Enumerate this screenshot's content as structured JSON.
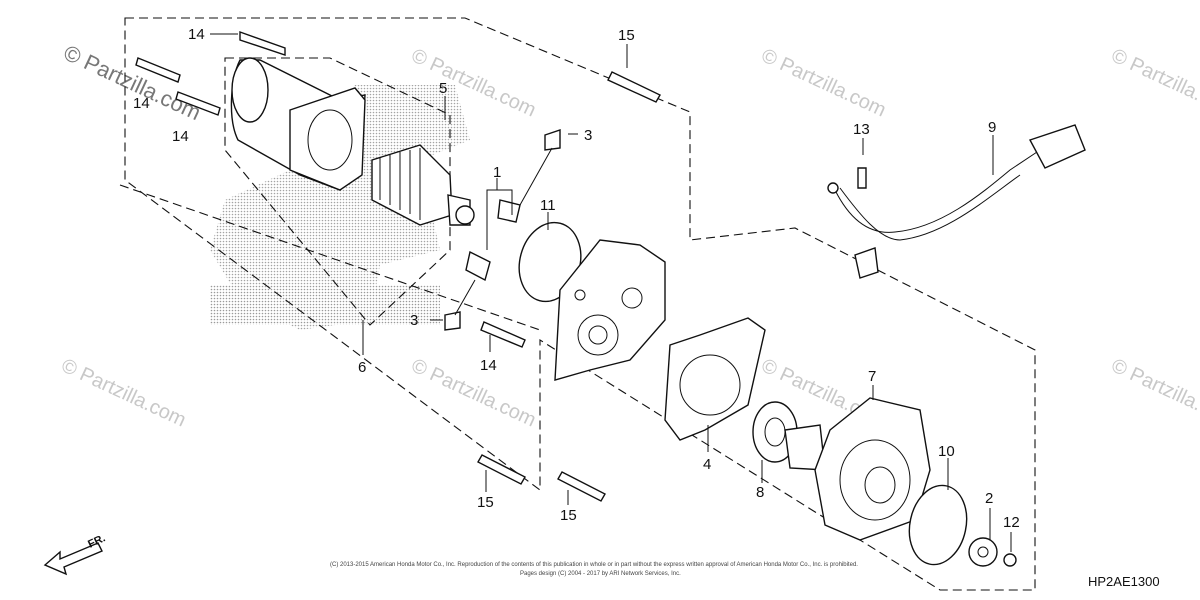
{
  "watermark": {
    "text": "© Partzilla.com",
    "repeat_text": "© Partzilla.com"
  },
  "callouts": {
    "c14a": "14",
    "c14b": "14",
    "c14c": "14",
    "c14d": "14",
    "c15a": "15",
    "c15b": "15",
    "c15c": "15",
    "c5": "5",
    "c3a": "3",
    "c3b": "3",
    "c1": "1",
    "c11": "11",
    "c6": "6",
    "c13": "13",
    "c9": "9",
    "c4": "4",
    "c7": "7",
    "c8": "8",
    "c10": "10",
    "c2": "2",
    "c12": "12"
  },
  "direction_label": "FR.",
  "diagram_code": "HP2AE1300",
  "copyright": {
    "line1": "(C) 2013-2015 American Honda Motor Co., Inc. Reproduction of the contents of this publication in whole or in part without the express written approval of American Honda Motor Co., Inc. is prohibited.",
    "line2": "Pages design (C) 2004 - 2017 by ARI Network Services, Inc."
  }
}
